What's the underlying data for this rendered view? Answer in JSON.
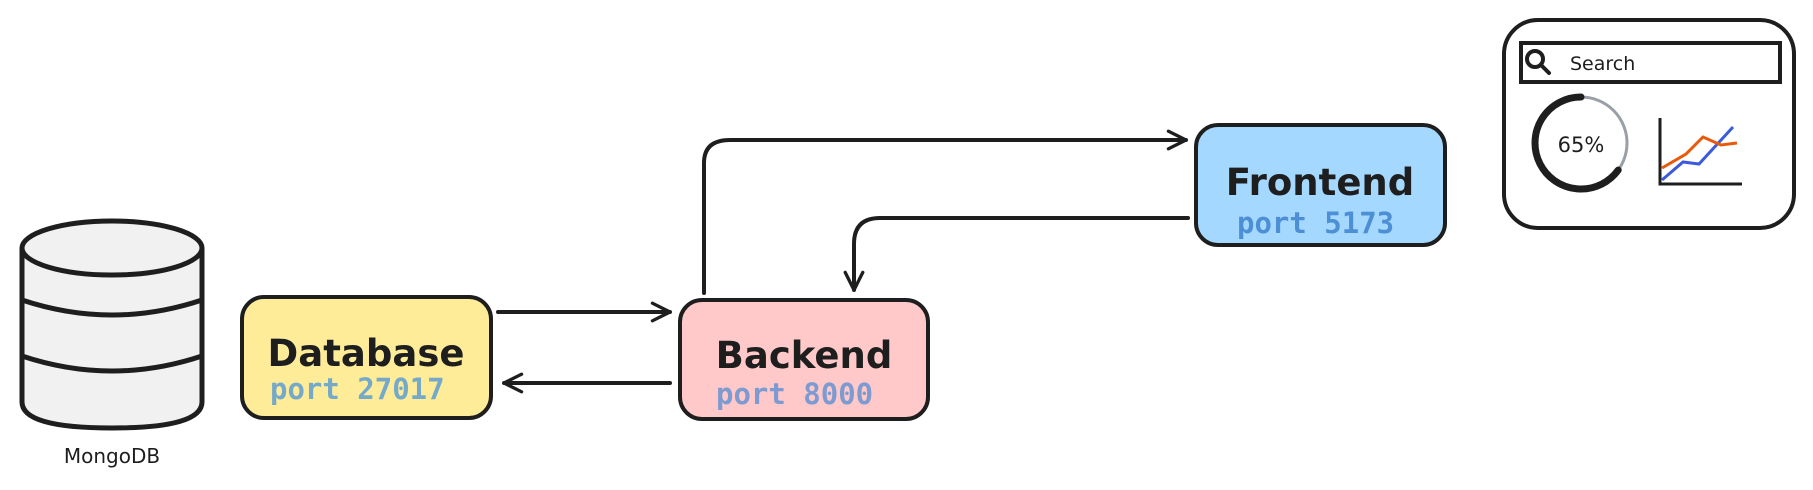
{
  "database_icon": {
    "label": "MongoDB"
  },
  "nodes": {
    "database": {
      "title": "Database",
      "port": "port 27017",
      "fill": "#ffec99",
      "port_color": "#74a9c9"
    },
    "backend": {
      "title": "Backend",
      "port": "port 8000",
      "fill": "#ffc9c9",
      "port_color": "#7d9bd0"
    },
    "frontend": {
      "title": "Frontend",
      "port": "port 5173",
      "fill": "#a5d8ff",
      "port_color": "#4d8fd4"
    }
  },
  "ui_mockup": {
    "search_placeholder": "Search",
    "gauge_value": "65%",
    "gauge_fraction": 0.65,
    "line_colors": [
      "#3b5bdb",
      "#e8590c"
    ]
  },
  "colors": {
    "stroke": "#1e1e1e",
    "cylinder_fill": "#f1f1f1"
  }
}
